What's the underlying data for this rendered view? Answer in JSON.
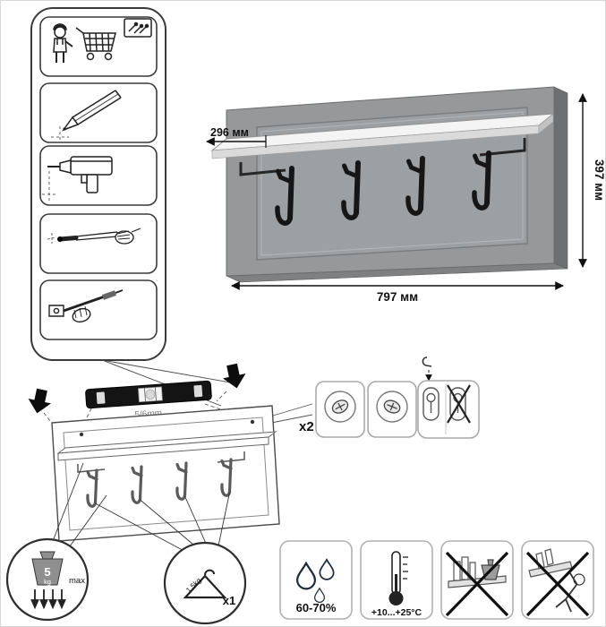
{
  "dimensions": {
    "depth": "296 мм",
    "height": "397 мм",
    "width": "797 мм"
  },
  "installation": {
    "level_gap": "5/6mm",
    "fasteners_count": "x2"
  },
  "limits": {
    "max_weight_value": "5",
    "max_weight_unit": "kg",
    "max_label": "max",
    "hanger_load": "1.5kg",
    "hanger_count": "x1"
  },
  "environment": {
    "humidity": "60-70%",
    "temperature": "+10...+25°C"
  },
  "icons": {
    "steps": [
      "unpack-parts-icon",
      "pencil-mark-icon",
      "drill-icon",
      "dowel-insert-icon",
      "fastener-tool-icon"
    ],
    "hardware": [
      "cam-screw-icon",
      "cam-screw-icon",
      "keyhole-bracket-icon",
      "keyhole-bracket-crossed-icon"
    ],
    "warnings": [
      "humidity-icon",
      "temperature-icon",
      "no-overload-icon",
      "no-tilt-icon"
    ]
  }
}
